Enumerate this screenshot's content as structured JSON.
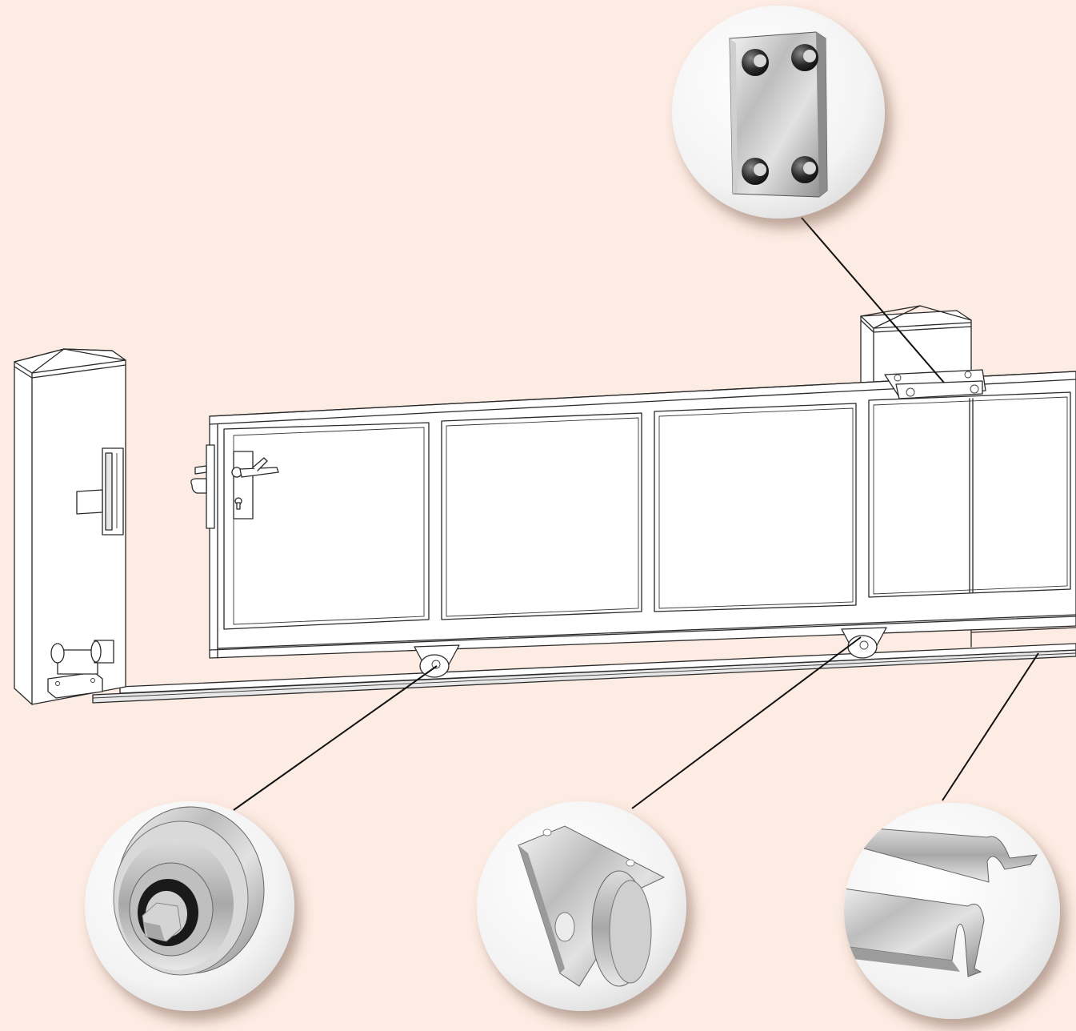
{
  "background_color": "#fdece3",
  "callouts": [
    {
      "id": "top-guide-bracket",
      "icon": "top-guide-roller-bracket-icon"
    },
    {
      "id": "groove-wheel",
      "icon": "v-groove-wheel-icon"
    },
    {
      "id": "wheel-with-bracket",
      "icon": "wheel-bracket-icon"
    },
    {
      "id": "ground-track",
      "icon": "ground-track-rail-icon"
    }
  ]
}
